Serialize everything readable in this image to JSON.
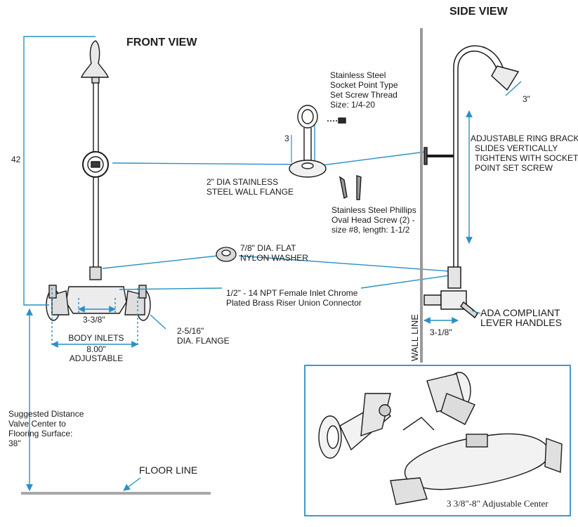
{
  "headers": {
    "front_view": "FRONT VIEW",
    "side_view": "SIDE VIEW"
  },
  "dimensions": {
    "overall_height": "42",
    "inlet_spacing": "3-3/8\"",
    "body_inlets": "BODY INLETS",
    "body_inlets_range": "8.00\"",
    "adjustable": "ADJUSTABLE",
    "flange_size_line1": "2-5/16\"",
    "flange_size_line2": "DIA. FLANGE",
    "bracket_standoff": "3",
    "showerhead_size": "3\"",
    "wall_offset": "3-1/8\""
  },
  "callouts": {
    "set_screw": [
      "Stainless Steel",
      "Socket Point Type",
      "Set Screw Thread",
      "Size: 1/4-20"
    ],
    "wall_flange": [
      "2\" DIA STAINLESS",
      "STEEL WALL FLANGE"
    ],
    "phillips_screw": [
      "Stainless Steel Phillips",
      "Oval Head Screw (2) -",
      "size #8, length: 1-1/2"
    ],
    "washer": [
      "7/8\" DIA. FLAT",
      "NYLON WASHER"
    ],
    "union_connector": [
      "1/2\" - 14 NPT Female Inlet Chrome",
      "Plated Brass Riser Union Connector"
    ],
    "ring_bracket": [
      "ADJUSTABLE RING BRACKET",
      "SLIDES VERTICALLY",
      "TIGHTENS WITH SOCKET",
      "POINT SET SCREW"
    ],
    "ada_handles": [
      "ADA COMPLIANT",
      "LEVER HANDLES"
    ],
    "suggested_distance": [
      "Suggested Distance",
      "Valve Center to",
      "Flooring Surface:",
      "38\""
    ]
  },
  "reference_lines": {
    "floor_line": "FLOOR LINE",
    "wall_line": "WALL LINE"
  },
  "inset": {
    "caption": "3 3/8\"-8\" Adjustable Center"
  },
  "colors": {
    "dimension_blue": "#2a8fc8",
    "outline": "#1a1a1a",
    "wall_gray": "#9a9a9a",
    "floor_gray": "#a8a8a8"
  }
}
